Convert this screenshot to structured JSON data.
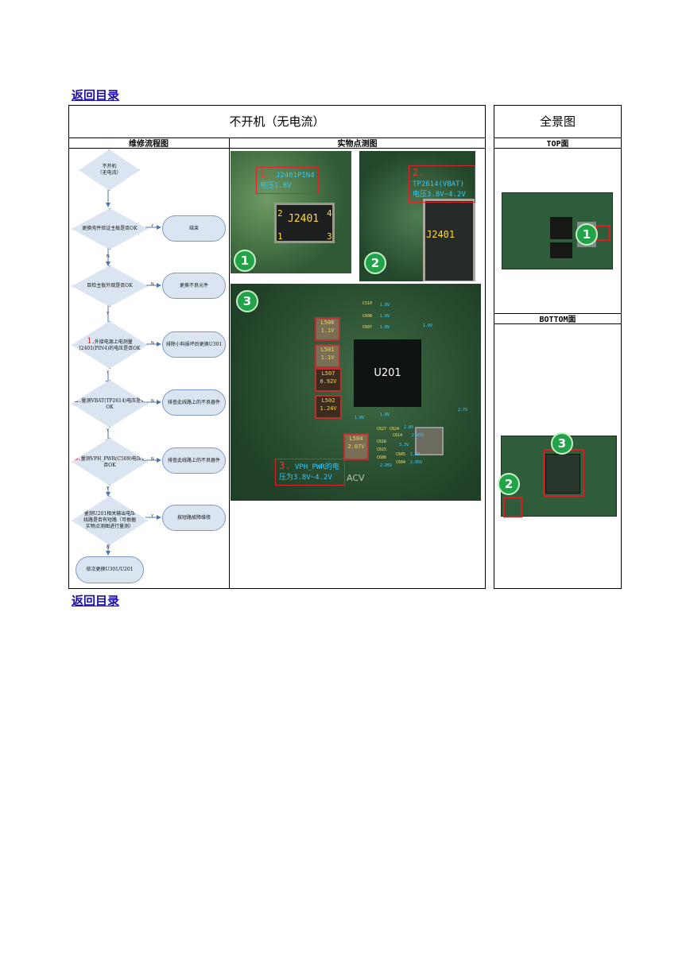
{
  "nav": {
    "back_top": "返回目录",
    "back_bottom": "返回目录"
  },
  "header": {
    "title": "不开机（无电流）",
    "overview_title": "全景图",
    "col_flow": "维修流程图",
    "col_photo": "实物点测图",
    "col_top": "TOP面",
    "col_bottom": "BOTTOM面"
  },
  "flow": {
    "start": "不开机\n（无电流）",
    "q1": "更换壳件验证主板是否OK",
    "a1": "结束",
    "q2": "目检主板外观是否OK",
    "a2": "更换不良元件",
    "q3_num": "1.",
    "q3": "外接电源上电测量J2401(PIN4)的电压是否OK",
    "a3": "排除小料损坏后更换U301",
    "q4_num": "2.",
    "q4": "量测VBAT(TP2614)电压是否OK",
    "a4": "排查此线路上的不良器件",
    "q5_num": "3.",
    "q5": "量测VPH_PWR(C509)电压是否OK",
    "a5": "排查此线路上的不良器件",
    "q6": "量测U201相关输出电压线路是否有短路（可根据实物点测图进行量测）",
    "a6": "按短路故障维修",
    "end": "依次更换U301/U201",
    "yes": "Y",
    "no": "N"
  },
  "photos": {
    "p1": {
      "num": "1",
      "step": "1.",
      "label": "J2401PIN4",
      "value": "电压1.8V",
      "conn": "J2401",
      "pins": [
        "2",
        "4",
        "1",
        "3"
      ]
    },
    "p2": {
      "num": "2",
      "step": "2.",
      "label": "TP2614(VBAT)",
      "value": "电压3.8V~4.2V",
      "conn": "J2401"
    },
    "p3": {
      "num": "3",
      "chip": "U201",
      "inductors": [
        {
          "name": "L506",
          "value": "1.1V"
        },
        {
          "name": "L501",
          "value": "1.1V"
        },
        {
          "name": "L507",
          "value": "0.92V"
        },
        {
          "name": "L502",
          "value": "1.24V"
        },
        {
          "name": "L504",
          "value": "2.07V"
        }
      ],
      "caps": [
        "C510",
        "C608",
        "C607",
        "C615",
        "C606",
        "C616",
        "C605",
        "C604",
        "C627",
        "C624",
        "C614"
      ],
      "cap_values": [
        "1.8V",
        "1.8V",
        "1.8V",
        "1.8V",
        "1.8V",
        "2.7V",
        "1.8V",
        "2.8V",
        "3.3V",
        "2.95V",
        "1.8V",
        "2.95V",
        "2.95V"
      ],
      "step": "3.",
      "annot": "VPH_PWR的电压为3.8V~4.2V",
      "acv": "ACV"
    }
  },
  "overview": {
    "top_marker": "1",
    "bottom_markers": [
      "3",
      "2"
    ]
  }
}
